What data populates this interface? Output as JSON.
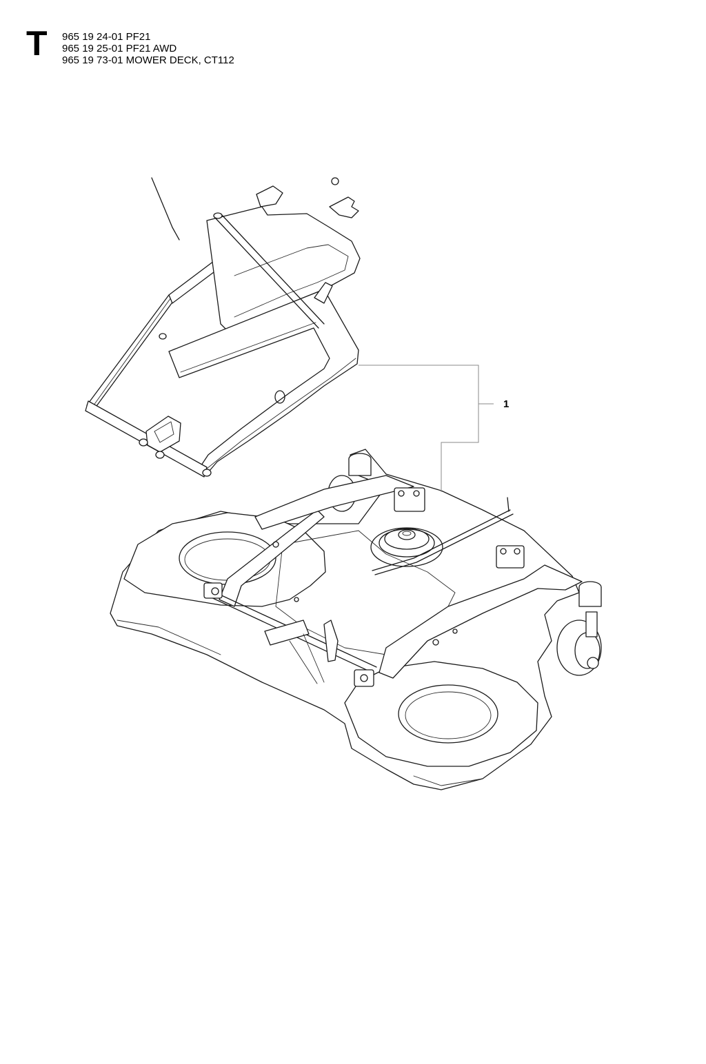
{
  "header": {
    "section_letter": "T",
    "part_lines": [
      "965 19 24-01 PF21",
      "965 19 25-01 PF21 AWD",
      "965 19 73-01 MOWER DECK, CT112"
    ]
  },
  "callouts": [
    {
      "label": "1"
    }
  ],
  "colors": {
    "line": "#1a1a1a",
    "leader": "#8a8a8a",
    "background": "#ffffff"
  }
}
